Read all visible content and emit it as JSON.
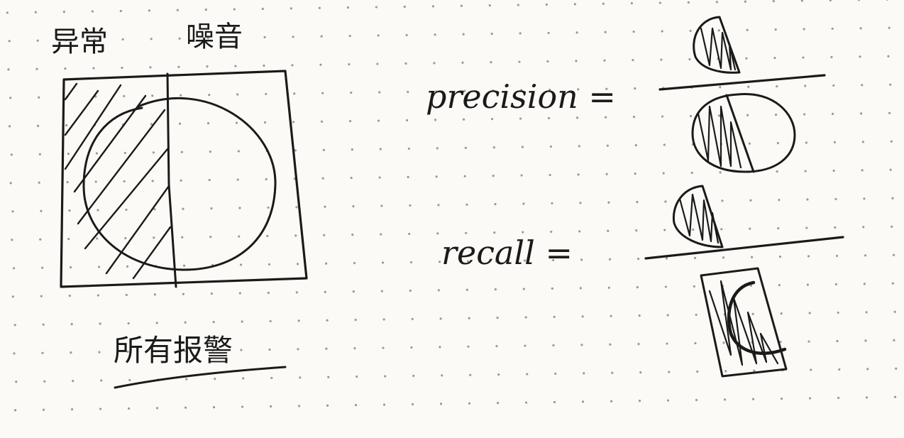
{
  "labels": {
    "anomaly": "异常",
    "noise": "噪音",
    "all_alerts": "所有报警",
    "precision": "precision =",
    "recall": "recall ="
  },
  "colors": {
    "ink": "#1a1a1a",
    "paper": "#fbfaf6",
    "dots": "#9a9a9a"
  }
}
